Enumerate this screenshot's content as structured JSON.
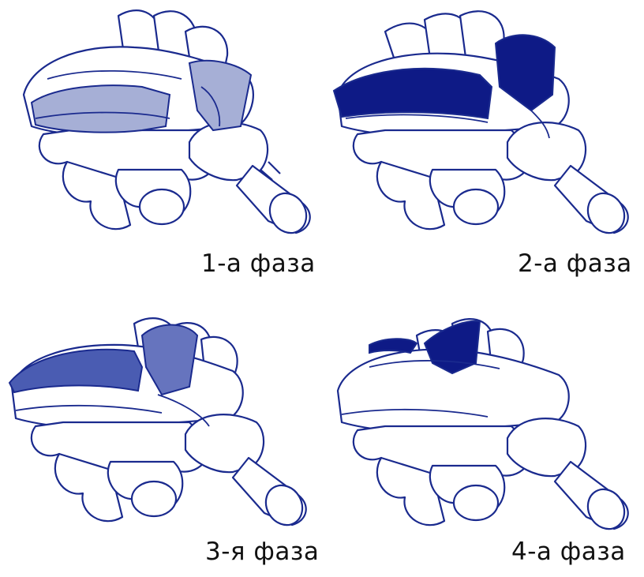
{
  "figure": {
    "panels": [
      {
        "caption": "1-а фаза",
        "highlight": "screen",
        "fill_color": "#a6afd6"
      },
      {
        "caption": "2-а фаза",
        "highlight": "solid",
        "fill_color": "#0e1a86"
      },
      {
        "caption": "3-я фаза",
        "highlight": "screen",
        "fill_color": "#4a5cb2"
      },
      {
        "caption": "4-а фаза",
        "highlight": "solid",
        "fill_color": "#0e1a86"
      }
    ],
    "line_color": "#1a2a8e"
  }
}
